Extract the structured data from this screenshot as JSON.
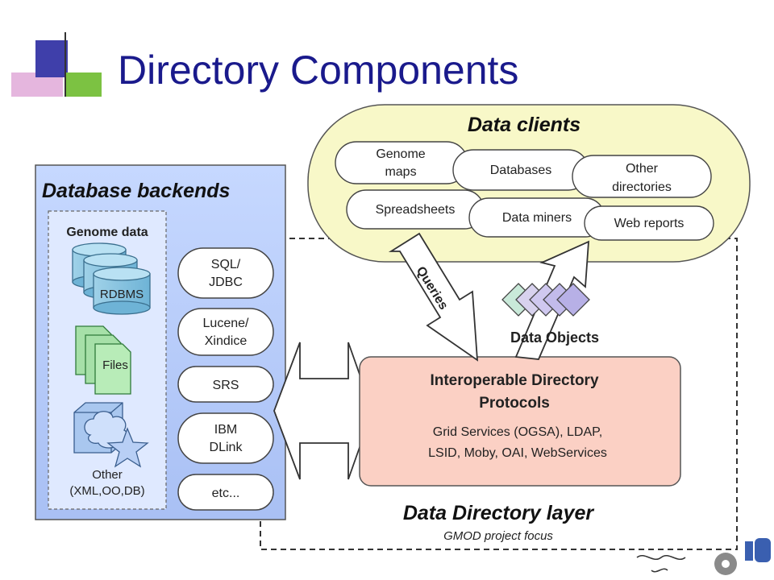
{
  "slide": {
    "title": "Directory Components"
  },
  "backends": {
    "heading": "Database backends",
    "genome_heading": "Genome data",
    "rdbms": "RDBMS",
    "files": "Files",
    "other_line1": "Other",
    "other_line2": "(XML,OO,DB)",
    "connectors": [
      {
        "line1": "SQL/",
        "line2": "JDBC"
      },
      {
        "line1": "Lucene/",
        "line2": "Xindice"
      },
      {
        "line1": "SRS",
        "line2": ""
      },
      {
        "line1": "IBM",
        "line2": "DLink"
      },
      {
        "line1": "etc...",
        "line2": ""
      }
    ]
  },
  "clients": {
    "heading": "Data clients",
    "items": [
      {
        "line1": "Genome",
        "line2": "maps"
      },
      {
        "line1": "Databases",
        "line2": ""
      },
      {
        "line1": "Other",
        "line2": "directories"
      },
      {
        "line1": "Spreadsheets",
        "line2": ""
      },
      {
        "line1": "Data miners",
        "line2": ""
      },
      {
        "line1": "Web reports",
        "line2": ""
      }
    ]
  },
  "flow": {
    "queries": "Queries",
    "data_objects": "Data Objects"
  },
  "protocols": {
    "line1": "Interoperable Directory",
    "line2": "Protocols",
    "line3": "Grid Services (OGSA), LDAP,",
    "line4": "LSID, Moby, OAI, WebServices"
  },
  "layer": {
    "heading": "Data Directory layer",
    "subheading": "GMOD project focus"
  },
  "colors": {
    "title": "#1a1a8c",
    "backends_fill": "#b9cdf9",
    "clients_fill": "#f8f8c8",
    "protocols_fill": "#fbd0c4",
    "accent_purple": "#3f3faa",
    "accent_pink": "#e5b6de",
    "accent_green": "#7cc242"
  }
}
